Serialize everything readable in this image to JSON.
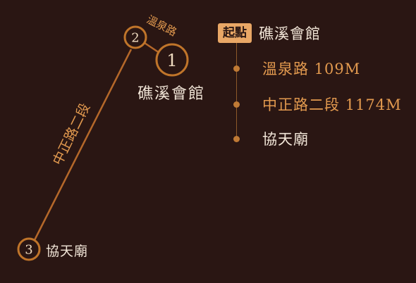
{
  "colors": {
    "background": "#2a1613",
    "route": "#b5682a",
    "accent_text": "#e39a4f",
    "light_text": "#f2e6d8",
    "badge_bg": "#e9a766"
  },
  "map": {
    "nodes": [
      {
        "number": "1",
        "label": "礁溪會館"
      },
      {
        "number": "2",
        "label": ""
      },
      {
        "number": "3",
        "label": "協天廟"
      }
    ],
    "roads": [
      {
        "label": "溫泉路"
      },
      {
        "label": "中正路二段"
      }
    ]
  },
  "legend": {
    "start_badge": "起點",
    "items": [
      {
        "text": "礁溪會館"
      },
      {
        "text": "溫泉路 109M"
      },
      {
        "text": "中正路二段 1174M"
      },
      {
        "text": "協天廟"
      }
    ]
  }
}
